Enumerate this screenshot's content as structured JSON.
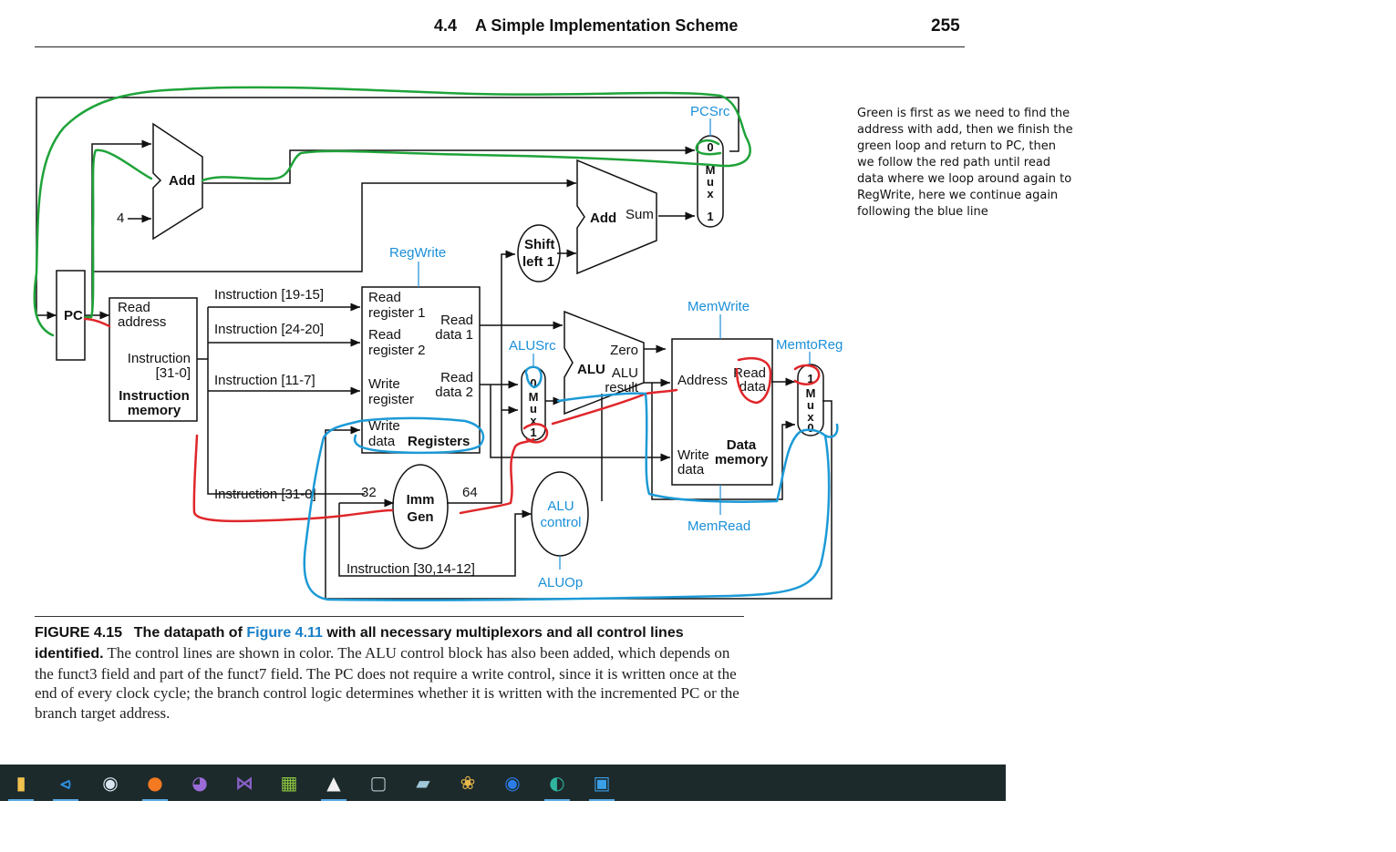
{
  "header": {
    "section": "4.4",
    "title": "A Simple Implementation Scheme",
    "page_number": "255"
  },
  "diagram": {
    "blocks": {
      "pc": "PC",
      "add_top": "Add",
      "add_branch": "Add",
      "sum": "Sum",
      "shift": [
        "Shift",
        "left 1"
      ],
      "const4": "4",
      "imem_read_address": [
        "Read",
        "address"
      ],
      "imem_instruction": [
        "Instruction",
        "[31-0]"
      ],
      "imem_name": [
        "Instruction",
        "memory"
      ],
      "reg_read1": [
        "Read",
        "register 1"
      ],
      "reg_read2": [
        "Read",
        "register 2"
      ],
      "reg_write_reg": [
        "Write",
        "register"
      ],
      "reg_write_data": [
        "Write",
        "data"
      ],
      "reg_name": "Registers",
      "reg_read_data1": [
        "Read",
        "data 1"
      ],
      "reg_read_data2": [
        "Read",
        "data 2"
      ],
      "imm_gen": [
        "Imm",
        "Gen"
      ],
      "alu": "ALU",
      "alu_zero": "Zero",
      "alu_result": [
        "ALU",
        "result"
      ],
      "alu_control": [
        "ALU",
        "control"
      ],
      "dmem_address": "Address",
      "dmem_read_data": [
        "Read",
        "data"
      ],
      "dmem_write_data": [
        "Write",
        "data"
      ],
      "dmem_name": [
        "Data",
        "memory"
      ],
      "mux_letters": [
        "M",
        "u",
        "x"
      ],
      "mux_zero": "0",
      "mux_one": "1"
    },
    "wire_labels": {
      "instr_19_15": "Instruction [19-15]",
      "instr_24_20": "Instruction [24-20]",
      "instr_11_7": "Instruction [11-7]",
      "instr_31_0": "Instruction [31-0]",
      "instr_30_14_12": "Instruction [30,14-12]",
      "bits32": "32",
      "bits64": "64"
    },
    "control_signals": {
      "pcsrc": "PCSrc",
      "regwrite": "RegWrite",
      "alusrc": "ALUSrc",
      "memwrite": "MemWrite",
      "memtoreg": "MemtoReg",
      "memread": "MemRead",
      "aluop": "ALUOp"
    },
    "annotation_colors": {
      "green": "#1fa33a",
      "red": "#e0262a",
      "blue": "#1c9ad6",
      "control": "#1a8fd8"
    }
  },
  "caption": {
    "figure_label": "FIGURE 4.15",
    "bold_part_a": "The datapath of ",
    "link": "Figure 4.11",
    "bold_part_b": " with all necessary multiplexors and all control lines identified.",
    "body": " The control lines are shown in color. The ALU control block has also been added, which depends on the funct3 field and part of the funct7 field. The PC does not require a write control, since it is written once at the end of every clock cycle; the branch control logic determines whether it is written with the incremented PC or the branch target address."
  },
  "note": "Green is first as we need to find the address with add, then we finish the green loop and return to PC, then we follow the red path until read data where we loop around again to RegWrite, here we continue again following the blue line",
  "taskbar": {
    "icons": [
      "file-explorer-icon",
      "vscode-icon",
      "steam-icon",
      "firefox-icon",
      "github-desktop-icon",
      "visual-studio-icon",
      "notepad-plus-icon",
      "linux-penguin-icon",
      "photos-icon",
      "notes-icon",
      "paint-icon",
      "app-store-icon",
      "edge-icon",
      "image-viewer-icon"
    ]
  }
}
